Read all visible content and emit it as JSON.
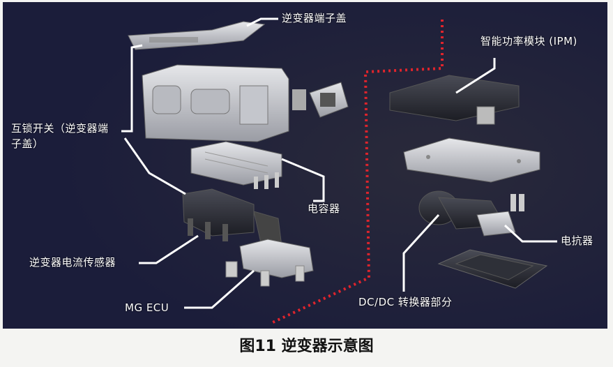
{
  "caption": "图11 逆变器示意图",
  "labels": {
    "terminal_cover": "逆变器端子盖",
    "ipm": "智能功率模块 (IPM)",
    "interlock": "互锁开关（逆变器端子盖）",
    "capacitor": "电容器",
    "reactor": "电抗器",
    "current_sensor": "逆变器电流传感器",
    "dcdc": "DC/DC 转换器部分",
    "mg_ecu": "MG ECU"
  },
  "colors": {
    "background": "#1b1d3a",
    "leader": "#ffffff",
    "divider": "#e0242c",
    "part_light": "#cfd1d6",
    "part_dark": "#3a3c44"
  }
}
